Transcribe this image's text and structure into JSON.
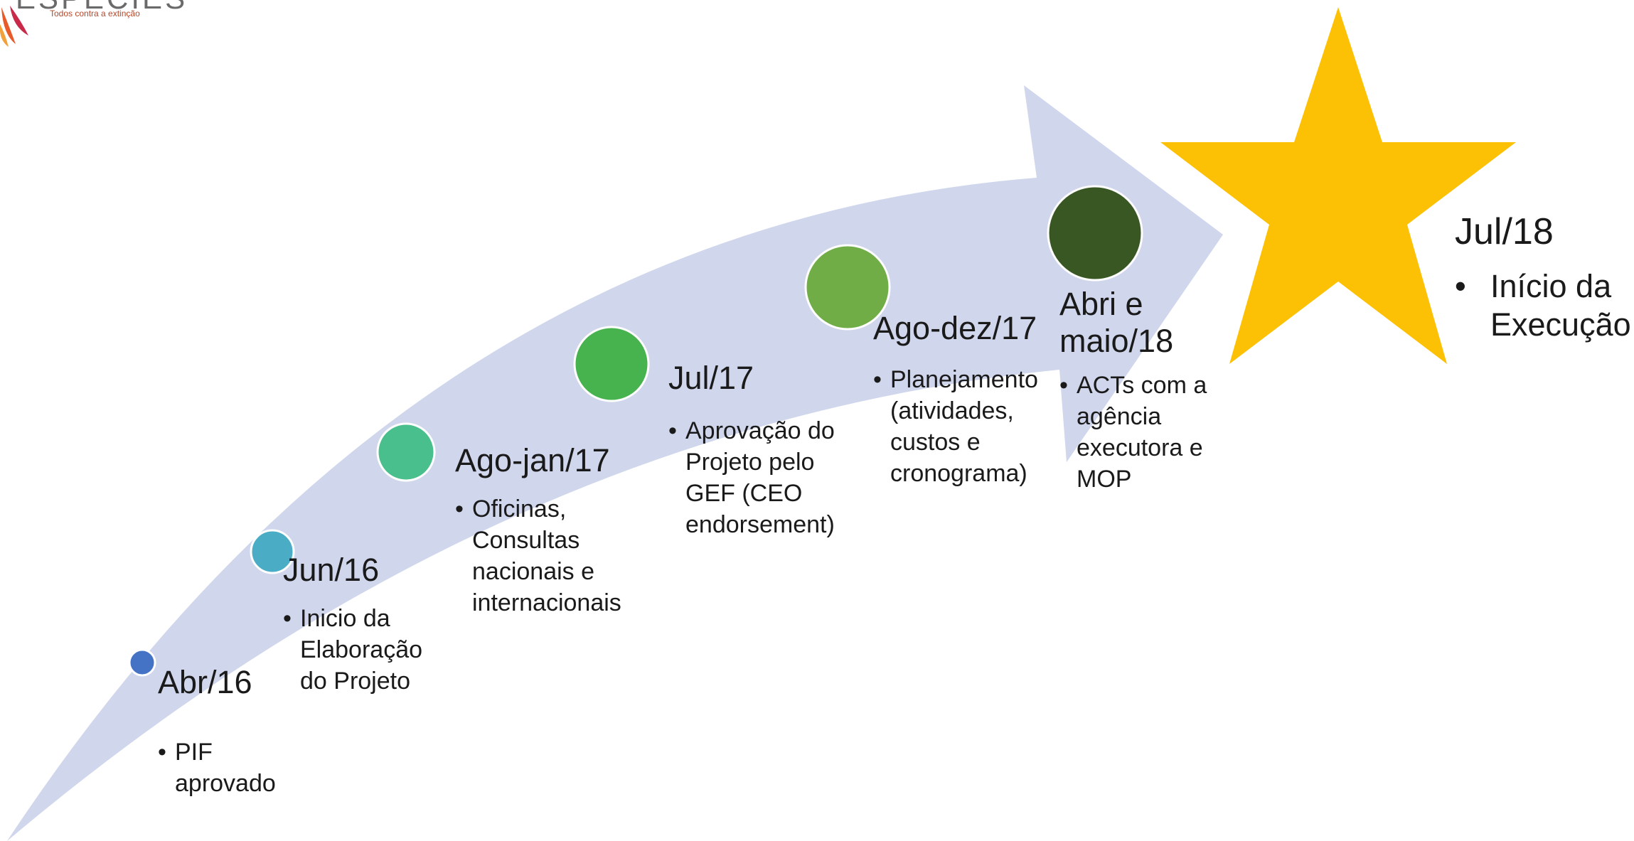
{
  "header": {
    "logo_wordmark": "ESPÉCIES",
    "logo_tagline": "Todos contra a extinção"
  },
  "colors": {
    "arrow": "#d0d6ec",
    "star": "#fcc005",
    "dot_1": "#4472c4",
    "dot_2": "#4bacc6",
    "dot_3": "#48bf8d",
    "dot_4": "#47b34f",
    "dot_5": "#70ad47",
    "dot_6": "#385723"
  },
  "milestones": [
    {
      "date": "Abr/16",
      "items": [
        "PIF aprovado"
      ]
    },
    {
      "date": "Jun/16",
      "items": [
        "Inicio da Elaboração do Projeto"
      ]
    },
    {
      "date": "Ago-jan/17",
      "items": [
        "Oficinas, Consultas nacionais e internacionais"
      ]
    },
    {
      "date": "Jul/17",
      "items": [
        "Aprovação do Projeto pelo GEF (CEO endorsement)"
      ]
    },
    {
      "date": "Ago-dez/17",
      "items": [
        "Planejamento (atividades, custos e cronograma)"
      ]
    },
    {
      "date": "Abri e maio/18",
      "items": [
        "ACTs com a agência executora e MOP"
      ]
    }
  ],
  "final": {
    "date": "Jul/18",
    "items": [
      "Início da Execução"
    ],
    "bullet": "•"
  },
  "bullet": "•"
}
